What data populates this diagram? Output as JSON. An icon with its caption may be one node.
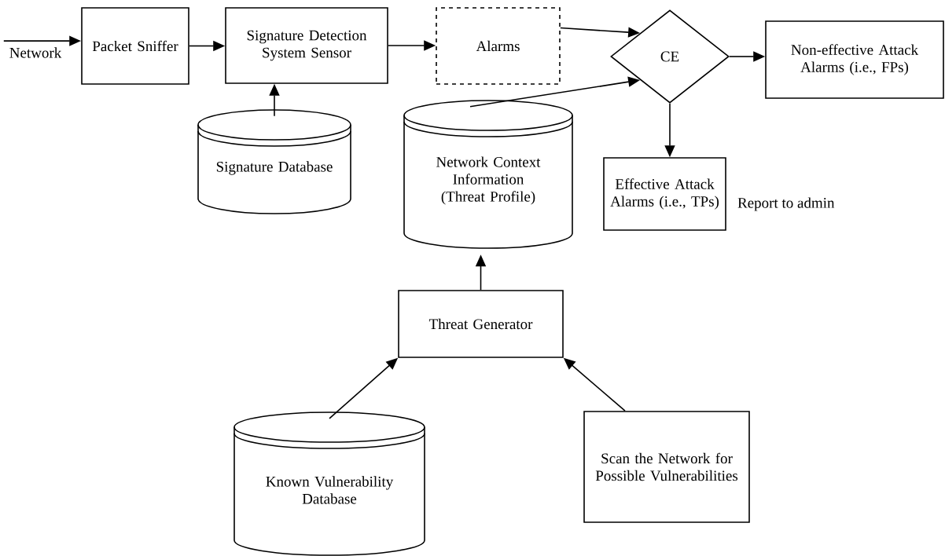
{
  "diagram": {
    "nodes": [
      {
        "text": [
          "Network"
        ]
      },
      {
        "text": [
          "Packet Sniffer"
        ]
      },
      {
        "text": [
          "Signature Detection System Sensor"
        ]
      },
      {
        "text": [
          "Alarms"
        ]
      },
      {
        "text": [
          "CE"
        ]
      },
      {
        "text": [
          "Non-effective Attack Alarms (i.e., FPs)"
        ]
      },
      {
        "text": [
          "Signature Database"
        ]
      },
      {
        "text": [
          "Network Context Information (Threat Profile)"
        ]
      },
      {
        "text": [
          "Effective Attack Alarms (i.e., TPs)"
        ],
        "beside": [
          "Report to admin"
        ]
      },
      {
        "text": [
          "Threat Generator"
        ]
      },
      {
        "text": [
          "Known Vulnerability Database"
        ]
      },
      {
        "text": [
          "Scan the Network for Possible Vulnerabilities"
        ]
      }
    ],
    "edges": [
      {
        "from": 0,
        "to": 1,
        "arrow": "to"
      },
      {
        "from": 1,
        "to": 2,
        "arrow": "to"
      },
      {
        "from": 2,
        "to": 3,
        "arrow": "to"
      },
      {
        "from": 6,
        "to": 2,
        "arrow": "to"
      },
      {
        "from": 3,
        "to": 4,
        "arrow": "to"
      },
      {
        "from": 7,
        "to": 4,
        "arrow": "to"
      },
      {
        "from": 4,
        "to": 5,
        "arrow": "to"
      },
      {
        "from": 4,
        "to": 8,
        "arrow": "to"
      },
      {
        "from": 9,
        "to": 7,
        "arrow": "to"
      },
      {
        "from": 10,
        "to": 9,
        "arrow": "to"
      },
      {
        "from": 11,
        "to": 9,
        "arrow": "to"
      }
    ]
  }
}
